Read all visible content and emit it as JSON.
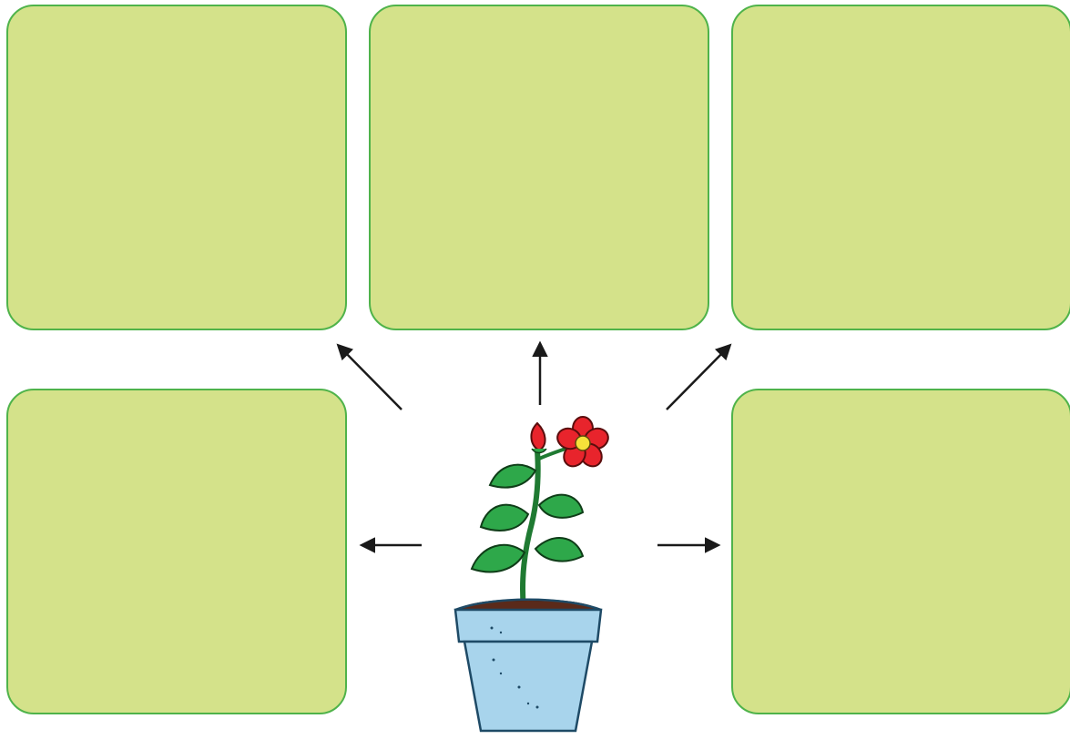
{
  "diagram": {
    "center": "potted-flowering-plant",
    "boxes": [
      {
        "id": "top-left",
        "text": ""
      },
      {
        "id": "top-center",
        "text": ""
      },
      {
        "id": "top-right",
        "text": ""
      },
      {
        "id": "bottom-left",
        "text": ""
      },
      {
        "id": "bottom-right",
        "text": ""
      }
    ],
    "colors": {
      "box_fill": "#d4e28a",
      "box_border": "#4fb34a",
      "arrow": "#1a1a1a",
      "pot": "#a8d4ec",
      "soil": "#5a2a1a",
      "leaf": "#2ea84a",
      "petal": "#e8242c",
      "flower_center": "#f6e23a"
    }
  }
}
